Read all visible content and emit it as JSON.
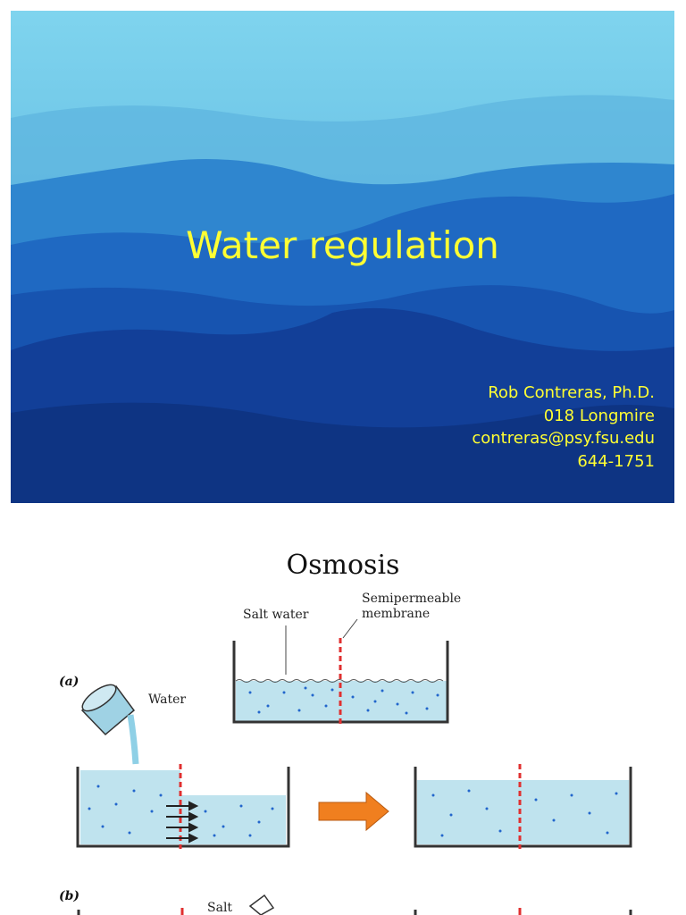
{
  "slide1": {
    "title": "Water regulation",
    "contact": [
      "Rob Contreras, Ph.D.",
      "018 Longmire",
      "contreras@psy.fsu.edu",
      "644-1751"
    ]
  },
  "slide2": {
    "title": "Osmosis",
    "labels": {
      "salt_water": "Salt water",
      "semipermeable": "Semipermeable",
      "membrane": "membrane",
      "water": "Water",
      "salt": "Salt",
      "part_a": "(a)",
      "part_b": "(b)"
    }
  },
  "colors": {
    "title_yellow": "#ffff33",
    "membrane_red": "#e03030",
    "water_blue": "#bfe3ee",
    "arrow_orange": "#f07f1f"
  }
}
